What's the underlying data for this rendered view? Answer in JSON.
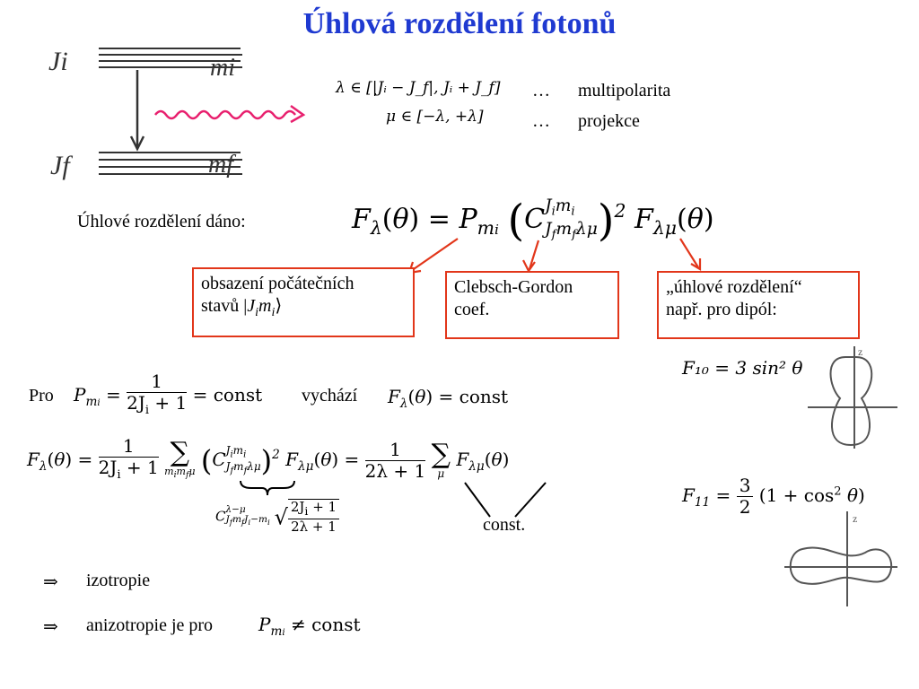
{
  "slide": {
    "title": "Úhlová rozdělení fotonů"
  },
  "level_sketch": {
    "label_ji": "Ji",
    "label_mi": "mi",
    "label_jf": "Jf",
    "label_mf": "mf",
    "arrow_color": "#e8206e"
  },
  "ranges": {
    "lambda_formula": "λ ∈ [|Jᵢ − J_f|, Jᵢ + J_f]",
    "mu_formula": "μ ∈ [−λ, +λ]",
    "ellipsis1": "…",
    "ellipsis2": "…",
    "lambda_desc": "multipolarita",
    "mu_desc": "projekce"
  },
  "main": {
    "label": "Úhlové rozdělení dáno:",
    "formula": "F_λ(θ) = P_mᵢ (C^{Jᵢmᵢ}_{J_f m_f λμ})² F_λμ(θ)"
  },
  "boxes": {
    "box1_line1": "obsazení počátečních",
    "box1_line2_prefix": "stavů |",
    "box2_line1": "Clebsch-Gordon",
    "box2_line2": "coef.",
    "box3_line1": "„úhlové rozdělení“",
    "box3_line2": "např. pro dipól:"
  },
  "pro_line": {
    "pro": "Pro",
    "const": "const",
    "vychazi": "vychází"
  },
  "sum_line": {
    "const_label": "const."
  },
  "dipole": {
    "f10": "F₁₀ = 3 sin² θ",
    "f11": "F₁₁ = 3/2 (1 + cos² θ)",
    "axis_label": "z"
  },
  "conclusions": {
    "arrow": "⇒",
    "item1": "izotropie",
    "item2": "anizotropie je pro",
    "const": "const"
  },
  "colors": {
    "title": "#1f3ad1",
    "box_border": "#e2361a"
  }
}
